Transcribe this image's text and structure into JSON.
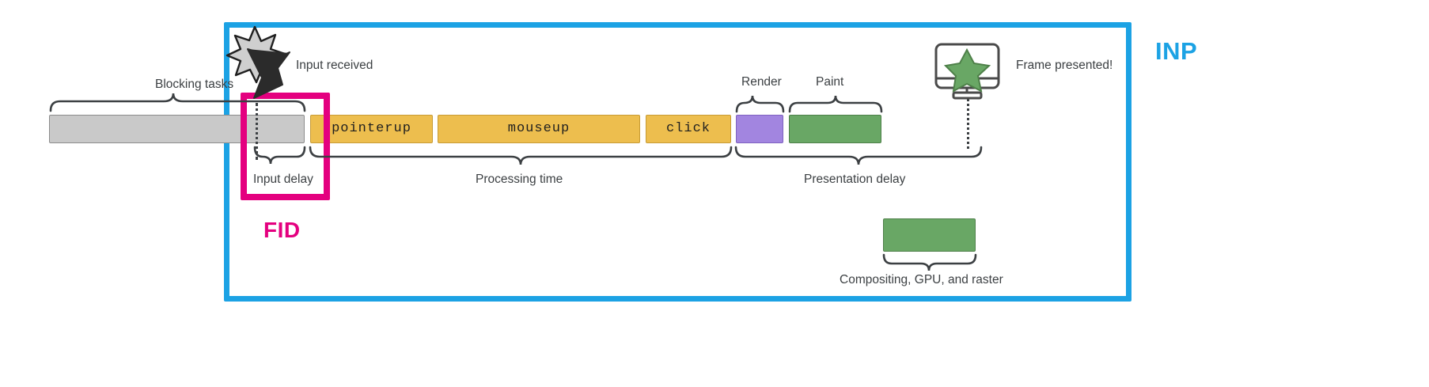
{
  "diagram": {
    "title": "Interaction to Next Paint (INP) timeline breakdown",
    "metrics": {
      "inp_label": "INP",
      "inp_color": "#1CA2E4",
      "fid_label": "FID",
      "fid_color": "#E4007F"
    },
    "bars": [
      {
        "id": "blocking",
        "text": "",
        "color": "#C9C9C9",
        "border": "#8C8C8C",
        "kind": "blocking-task"
      },
      {
        "id": "pointerup",
        "text": "pointerup",
        "color": "#EDBE4E",
        "border": "#C79B35",
        "kind": "event-handler"
      },
      {
        "id": "mouseup",
        "text": "mouseup",
        "color": "#EDBE4E",
        "border": "#C79B35",
        "kind": "event-handler"
      },
      {
        "id": "click",
        "text": "click",
        "color": "#EDBE4E",
        "border": "#C79B35",
        "kind": "event-handler"
      },
      {
        "id": "render",
        "text": "",
        "color": "#A285E0",
        "border": "#7F62C0",
        "kind": "render"
      },
      {
        "id": "paint",
        "text": "",
        "color": "#69A765",
        "border": "#4E8049",
        "kind": "paint"
      },
      {
        "id": "composite",
        "text": "",
        "color": "#69A765",
        "border": "#4E8049",
        "kind": "compositing"
      }
    ],
    "brace_labels": {
      "blocking_tasks": "Blocking tasks",
      "input_delay": "Input delay",
      "processing_time": "Processing time",
      "presentation_delay": "Presentation delay",
      "render": "Render",
      "paint": "Paint",
      "compositing": "Compositing, GPU, and raster"
    },
    "annotations": {
      "input_received": "Input received",
      "frame_presented": "Frame presented!"
    },
    "icons": {
      "cursor": "mouse-cursor-icon",
      "burst": "click-burst-icon",
      "monitor": "monitor-icon",
      "star": "star-icon"
    }
  }
}
